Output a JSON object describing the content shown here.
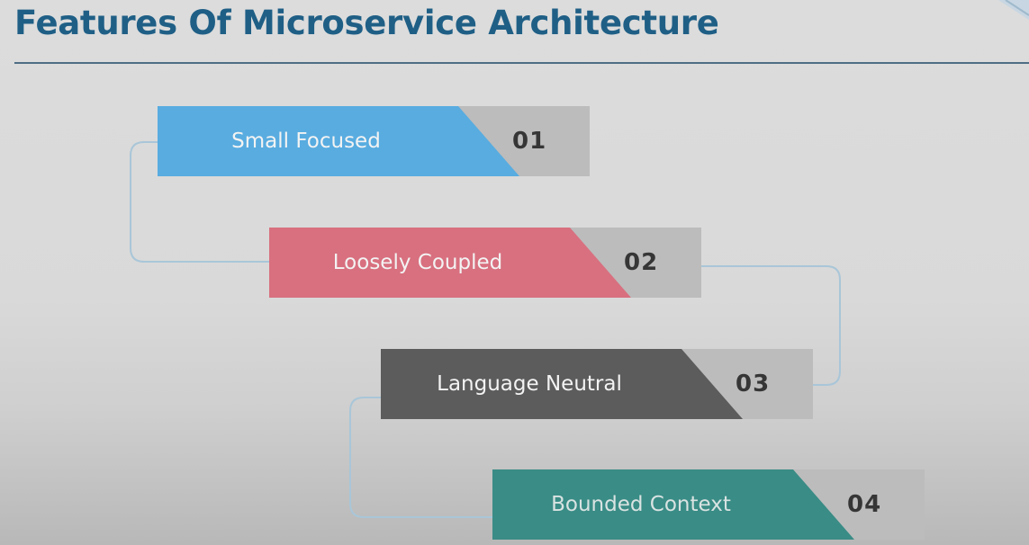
{
  "slide": {
    "title": "Features Of Microservice Architecture"
  },
  "colors": {
    "title": "#1f5f86",
    "connector": "#a9c6d8",
    "number_box": "#bcbcbc"
  },
  "features": [
    {
      "label": "Small Focused",
      "number": "01",
      "color": "#58ace0"
    },
    {
      "label": "Loosely Coupled",
      "number": "02",
      "color": "#d8707f"
    },
    {
      "label": "Language Neutral",
      "number": "03",
      "color": "#5c5c5c"
    },
    {
      "label": "Bounded Context",
      "number": "04",
      "color": "#3a8c86"
    }
  ]
}
